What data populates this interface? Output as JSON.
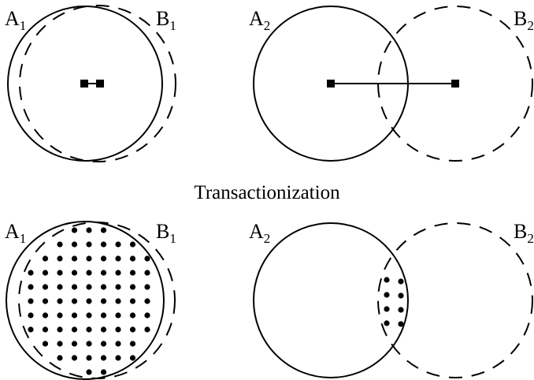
{
  "caption": "Transactionization",
  "labels": {
    "top_left_a": {
      "letter": "A",
      "sub": "1"
    },
    "top_left_b": {
      "letter": "B",
      "sub": "1"
    },
    "top_right_a": {
      "letter": "A",
      "sub": "2"
    },
    "top_right_b": {
      "letter": "B",
      "sub": "2"
    },
    "bottom_left_a": {
      "letter": "A",
      "sub": "1"
    },
    "bottom_left_b": {
      "letter": "B",
      "sub": "1"
    },
    "bottom_right_a": {
      "letter": "A",
      "sub": "2"
    },
    "bottom_right_b": {
      "letter": "B",
      "sub": "2"
    }
  }
}
